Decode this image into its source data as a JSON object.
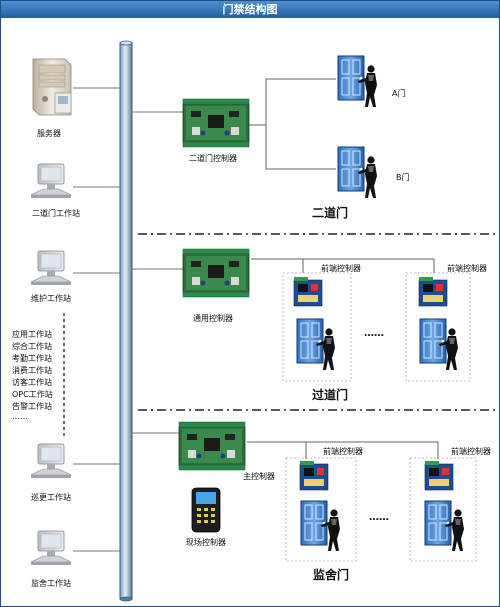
{
  "title": "门禁结构图",
  "left_devices": {
    "server": "服务器",
    "two_door_workstation": "二道门工作站",
    "maintenance_workstation": "维护工作站",
    "other_workstations": [
      "应用工作站",
      "综合工作站",
      "考勤工作站",
      "消费工作站",
      "访客工作站",
      "OPC工作站",
      "告警工作站",
      "……"
    ],
    "patrol_workstation": "巡更工作站",
    "cell_workstation": "监舍工作站"
  },
  "section1": {
    "controller_label": "二道门控制器",
    "door_a": "A门",
    "door_b": "B门",
    "section_title": "二道门"
  },
  "section2": {
    "controller_label": "通用控制器",
    "front_controller_1": "前端控制器",
    "front_controller_2": "前端控制器",
    "ellipsis": "……",
    "section_title": "过道门"
  },
  "section3": {
    "main_controller_label": "主控制器",
    "field_controller_label": "现场控制器",
    "front_controller_1": "前端控制器",
    "front_controller_2": "前端控制器",
    "ellipsis": "……",
    "section_title": "监舍门"
  }
}
